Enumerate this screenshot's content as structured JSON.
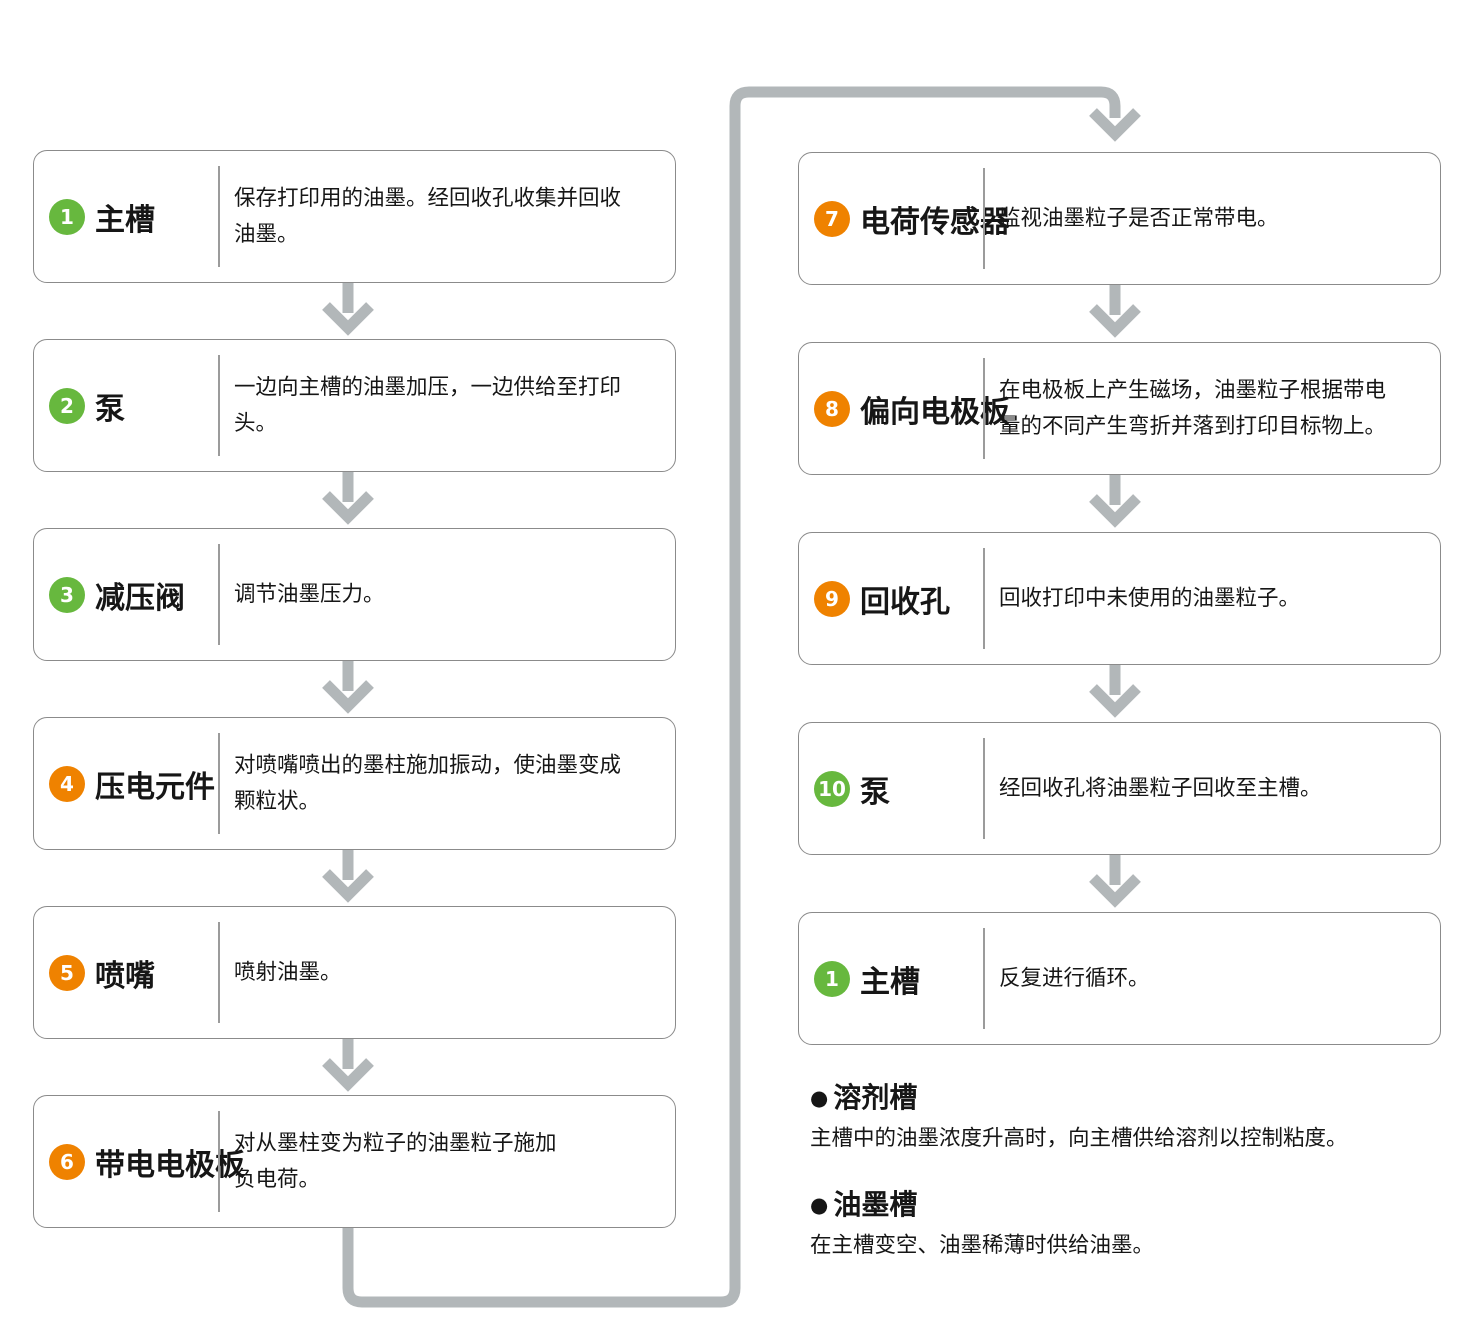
{
  "colors": {
    "green": "#67b83e",
    "orange": "#ef8200",
    "arrow": "#b2b7b9",
    "border": "#8b8b8b",
    "divider": "#9b9b9b",
    "text": "#161616"
  },
  "left_column": {
    "steps": [
      {
        "num": "1",
        "color": "green",
        "title": "主槽",
        "desc": "保存打印用的油墨。经回收孔收集并回收油墨。"
      },
      {
        "num": "2",
        "color": "green",
        "title": "泵",
        "desc": "一边向主槽的油墨加压，一边供给至打印头。"
      },
      {
        "num": "3",
        "color": "green",
        "title": "减压阀",
        "desc": "调节油墨压力。"
      },
      {
        "num": "4",
        "color": "orange",
        "title": "压电元件",
        "desc": "对喷嘴喷出的墨柱施加振动，使油墨变成颗粒状。"
      },
      {
        "num": "5",
        "color": "orange",
        "title": "喷嘴",
        "desc": "喷射油墨。"
      },
      {
        "num": "6",
        "color": "orange",
        "title": "带电电极板",
        "desc": "对从墨柱变为粒子的油墨粒子施加负电荷。"
      }
    ]
  },
  "right_column": {
    "steps": [
      {
        "num": "7",
        "color": "orange",
        "title": "电荷传感器",
        "desc": "监视油墨粒子是否正常带电。"
      },
      {
        "num": "8",
        "color": "orange",
        "title": "偏向电极板",
        "desc": "在电极板上产生磁场，油墨粒子根据带电量的不同产生弯折并落到打印目标物上。"
      },
      {
        "num": "9",
        "color": "orange",
        "title": "回收孔",
        "desc": "回收打印中未使用的油墨粒子。"
      },
      {
        "num": "10",
        "color": "green",
        "title": "泵",
        "desc": "经回收孔将油墨粒子回收至主槽。"
      },
      {
        "num": "1",
        "color": "green",
        "title": "主槽",
        "desc": "反复进行循环。"
      }
    ]
  },
  "notes": {
    "bullet": "●",
    "items": [
      {
        "title": "溶剂槽",
        "desc": "主槽中的油墨浓度升高时，向主槽供给溶剂以控制粘度。"
      },
      {
        "title": "油墨槽",
        "desc": "在主槽变空、油墨稀薄时供给油墨。"
      }
    ]
  }
}
